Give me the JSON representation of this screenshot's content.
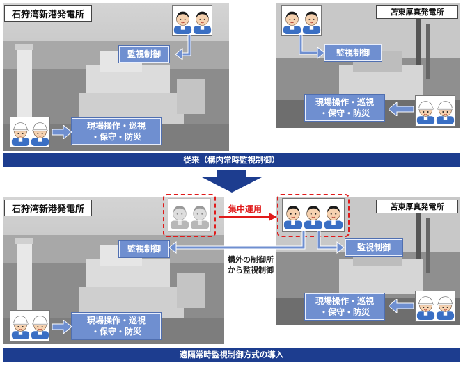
{
  "top": {
    "left_plant_name": "石狩湾新港発電所",
    "right_plant_name": "苫東厚真発電所",
    "monitor_label": "監視制御",
    "field_ops_line1": "現場操作・巡視",
    "field_ops_line2": "・保守・防災",
    "banner": "従来（構内常時監視制御）"
  },
  "bottom": {
    "left_plant_name": "石狩湾新港発電所",
    "right_plant_name": "苫東厚真発電所",
    "monitor_label": "監視制御",
    "centralized_label": "集中運用",
    "remote_note_line1": "構外の制御所",
    "remote_note_line2": "から監視制御",
    "field_ops_line1": "現場操作・巡視",
    "field_ops_line2": "・保守・防災",
    "banner": "遠隔常時監視制御方式の導入"
  },
  "colors": {
    "banner": "#1d3d8f",
    "label_box": "#6f8fd0",
    "highlight": "#e01a1a",
    "operator_shirt": "#3a6fc4",
    "helmet": "#ffffff"
  },
  "icons": [
    "operator-icon",
    "helmet-worker-icon",
    "down-arrow-icon",
    "right-arrow-icon",
    "left-arrow-icon"
  ]
}
